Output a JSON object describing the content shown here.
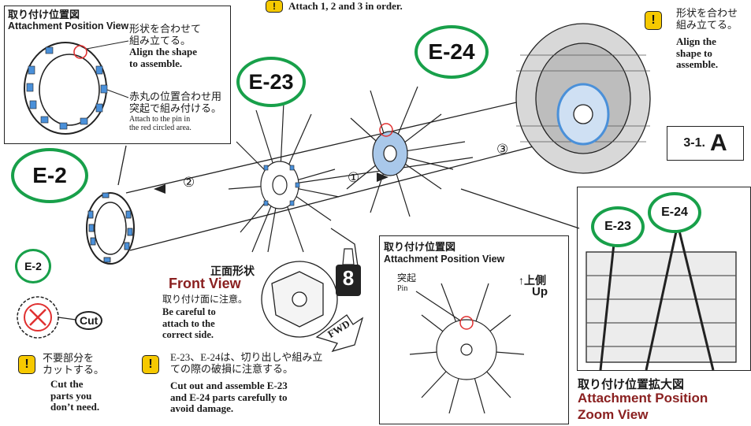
{
  "top_note": {
    "text": "Attach 1, 2 and 3 in order."
  },
  "attach_box": {
    "title_jp": "取り付け位置図",
    "title_en": "Attachment Position View",
    "note1_jp": [
      "形状を合わせて",
      "組み立てる。"
    ],
    "note1_en": [
      "Align the shape",
      "to assemble."
    ],
    "note2_jp": [
      "赤丸の位置合わせ用",
      "突起で組み付ける。"
    ],
    "note2_en": [
      "Attach to the pin in",
      "the red circled area."
    ]
  },
  "right_note": {
    "jp": [
      "形状を合わせ",
      "組み立てる。"
    ],
    "en": [
      "Align the",
      "shape to",
      "assemble."
    ]
  },
  "labels": {
    "e23": "E-23",
    "e24": "E-24",
    "e2": "E-2",
    "e2_small": "E-2",
    "step_ref": "3-1.",
    "step_letter": "A",
    "paint_code": "8",
    "fwd": "FWD",
    "cut": "Cut",
    "order1": "①",
    "order2": "②",
    "order3": "③"
  },
  "front_view": {
    "title_jp": "正面形状",
    "title_en": "Front View",
    "note_jp": "取り付け面に注意。",
    "note_en": [
      "Be careful to",
      "attach to the",
      "correct side."
    ]
  },
  "attach_box2": {
    "title_jp": "取り付け位置図",
    "title_en": "Attachment Position View",
    "pin_jp": "突起",
    "pin_en": "Pin",
    "up_jp": "↑上側",
    "up_en": "Up"
  },
  "cut_note": {
    "jp": [
      "不要部分を",
      "カットする。"
    ],
    "en": [
      "Cut the",
      "parts you",
      "don’t need."
    ]
  },
  "damage_note": {
    "jp": [
      "E-23、E-24は、切り出しや組み立",
      "ての際の破損に注意する。"
    ],
    "en": [
      "Cut out and assemble E-23",
      "and E-24 parts carefully to",
      "avoid damage."
    ]
  },
  "zoom": {
    "title_jp": "取り付け位置拡大図",
    "title_en1": "Attachment Position",
    "title_en2": "Zoom View",
    "e23": "E-23",
    "e24": "E-24"
  },
  "colors": {
    "bubble_green": "#18a04a",
    "part_blue": "#4a90d9",
    "warn_yellow": "#f6c900",
    "pin_red": "#e03030"
  }
}
